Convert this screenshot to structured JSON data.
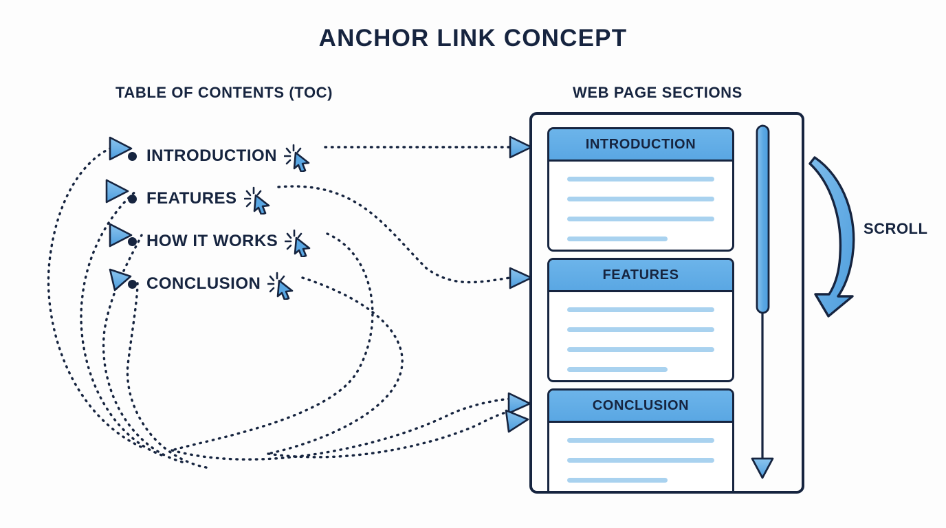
{
  "title": "ANCHOR LINK CONCEPT",
  "columns": {
    "toc_heading": "TABLE OF CONTENTS (TOC)",
    "sections_heading": "WEB PAGE SECTIONS"
  },
  "toc": {
    "items": [
      {
        "label": "INTRODUCTION",
        "bullet": "bullet-dot",
        "cursor_icon": "click-cursor-icon",
        "incoming_arrow_icon": "arrowhead-right-icon"
      },
      {
        "label": "FEATURES",
        "bullet": "bullet-dot",
        "cursor_icon": "click-cursor-icon",
        "incoming_arrow_icon": "arrowhead-right-icon"
      },
      {
        "label": "HOW IT WORKS",
        "bullet": "bullet-dot",
        "cursor_icon": "click-cursor-icon",
        "incoming_arrow_icon": "arrowhead-right-icon"
      },
      {
        "label": "CONCLUSION",
        "bullet": "bullet-dot",
        "cursor_icon": "click-cursor-icon",
        "incoming_arrow_icon": "arrowhead-right-icon"
      }
    ]
  },
  "webpage": {
    "sections": [
      {
        "title": "INTRODUCTION",
        "lines": [
          100,
          100,
          100,
          68
        ]
      },
      {
        "title": "FEATURES",
        "lines": [
          100,
          100,
          100,
          68
        ]
      },
      {
        "title": "CONCLUSION",
        "lines": [
          100,
          100,
          68
        ]
      }
    ],
    "scrollbar": {
      "icon": "scrollbar-vertical",
      "thumb_icon": "scrollbar-thumb",
      "down_arrow_icon": "arrow-down-icon"
    }
  },
  "scroll_annotation": {
    "label": "SCROLL",
    "icon": "curved-arrow-down-icon"
  },
  "connectors": {
    "icon": "dotted-link-curve",
    "arrowhead_icon": "arrowhead-right-icon",
    "count": 8
  },
  "colors": {
    "background": "#fdfdfd",
    "navy": "#16243f",
    "header_blue": "#5aa7e3",
    "accent_blue": "#6cb4ea",
    "line_blue": "#a9d2ef"
  }
}
